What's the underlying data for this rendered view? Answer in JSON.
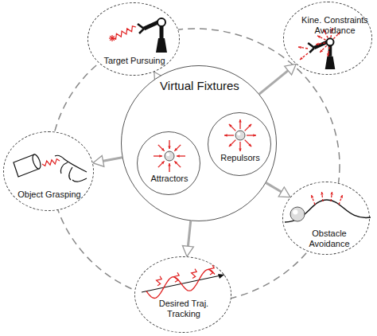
{
  "diagram": {
    "nodes": [
      {
        "text": [
          "Virtual Fixtures"
        ]
      },
      {
        "text": [
          "Attractors"
        ],
        "in": 0
      },
      {
        "text": [
          "Repulsors"
        ],
        "in": 0
      },
      {
        "text": [
          "Target Pursuing"
        ]
      },
      {
        "text": [
          "Kine. Constraints Avoidance"
        ]
      },
      {
        "text": [
          "Obstacle Avoidance"
        ]
      },
      {
        "text": [
          "Desired Traj. Tracking"
        ]
      },
      {
        "text": [
          "Object Grasping"
        ]
      }
    ],
    "edges": [
      {
        "from": 0,
        "to": 3,
        "arrow": "to"
      },
      {
        "from": 0,
        "to": 4,
        "arrow": "to"
      },
      {
        "from": 0,
        "to": 5,
        "arrow": "to"
      },
      {
        "from": 0,
        "to": 6,
        "arrow": "to"
      },
      {
        "from": 0,
        "to": 7,
        "arrow": "to"
      }
    ]
  }
}
